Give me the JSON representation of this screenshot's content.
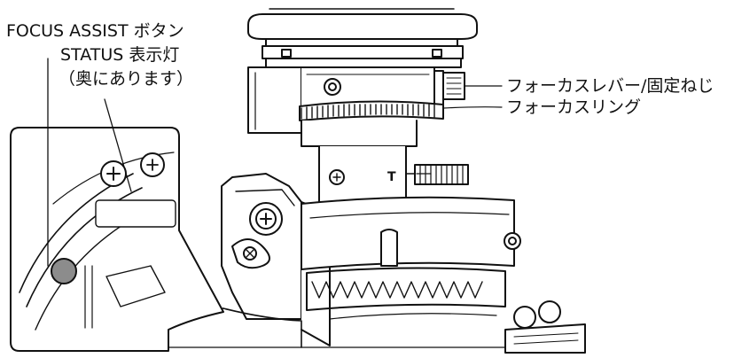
{
  "labels": {
    "focus_assist_button": "FOCUS ASSIST ボタン",
    "status_lamp": "STATUS 表示灯",
    "status_lamp_note": "（奥にあります）",
    "focus_lever": "フォーカスレバー/固定ねじ",
    "focus_ring": "フォーカスリング",
    "tele_mark": "T"
  },
  "colors": {
    "ink": "#111111",
    "paper": "#ffffff",
    "shade": "#d9d9d9",
    "button_fill": "#8c8c8c"
  }
}
